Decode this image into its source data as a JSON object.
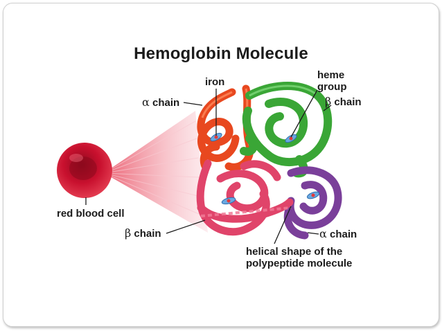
{
  "title": "Hemoglobin Molecule",
  "labels": {
    "iron": "iron",
    "heme_line1": "heme",
    "heme_line2": "group",
    "alpha_symbol": "α",
    "beta_symbol": "β",
    "chain_word": "chain",
    "red_blood_cell": "red blood cell",
    "helical_line1": "helical shape of the",
    "helical_line2": "polypeptide molecule"
  },
  "colors": {
    "alpha_top": "#e8481f",
    "beta_top": "#3aa636",
    "beta_bottom": "#e0446a",
    "alpha_bottom": "#7a3f9a",
    "cell": "#c8102e",
    "heme": "#6aa8e0"
  }
}
